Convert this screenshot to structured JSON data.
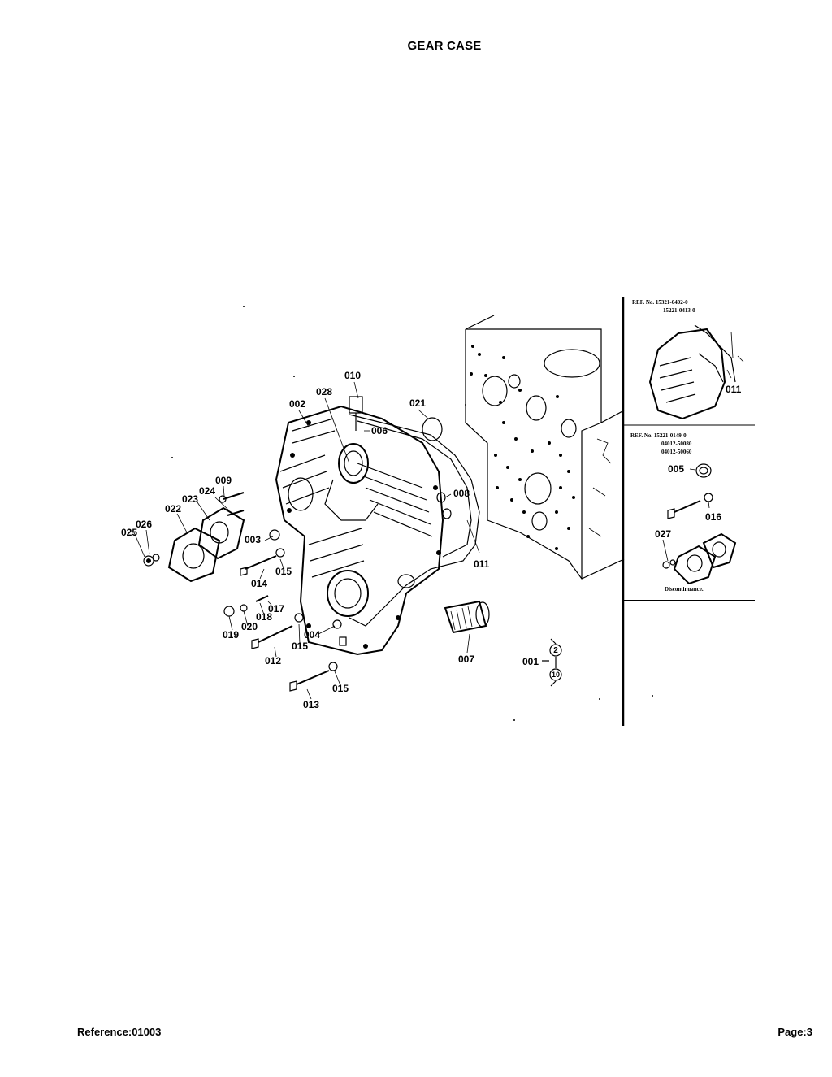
{
  "header": {
    "title": "GEAR CASE"
  },
  "footer": {
    "reference": "Reference:01003",
    "page": "Page:3"
  },
  "inset_top": {
    "ref_line_1": "REF. No. 15321-0402-0",
    "ref_line_2": "15221-0413-0",
    "part": "011"
  },
  "inset_middle": {
    "ref_line_1": "REF. No. 15221-0149-0",
    "ref_line_2": "04012-50080",
    "ref_line_3": "04012-50060",
    "parts": [
      "005",
      "016",
      "027"
    ],
    "note": "Discontinuance."
  },
  "callouts": [
    "010",
    "028",
    "002",
    "021",
    "006",
    "009",
    "024",
    "023",
    "022",
    "026",
    "025",
    "008",
    "003",
    "011",
    "014",
    "015",
    "017",
    "018",
    "019",
    "020",
    "004",
    "012",
    "015",
    "007",
    "001",
    "015",
    "013"
  ],
  "qty_markers": [
    "2",
    "10"
  ]
}
